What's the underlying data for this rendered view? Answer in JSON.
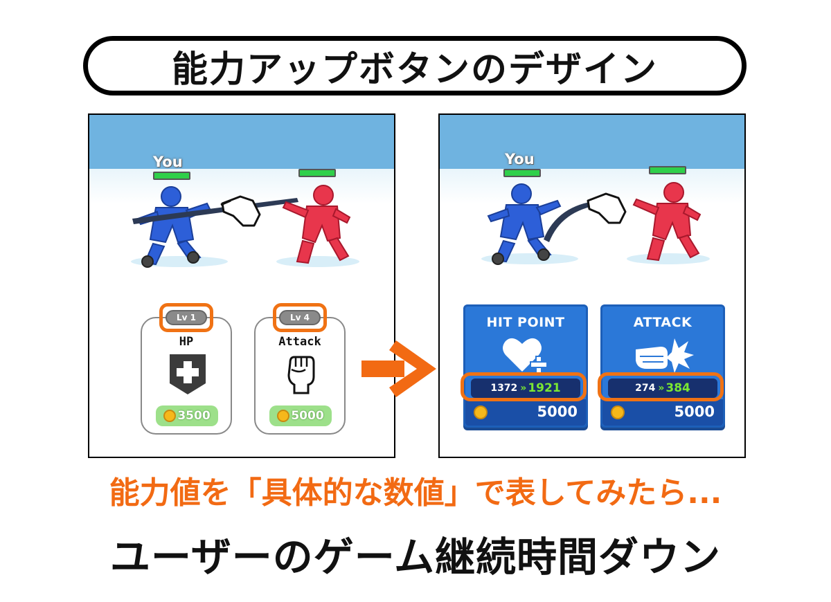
{
  "title": "能力アップボタンのデザイン",
  "left_panel": {
    "player_label": "You",
    "cards": [
      {
        "level": "Lv 1",
        "name": "HP",
        "price": "3500"
      },
      {
        "level": "Lv 4",
        "name": "Attack",
        "price": "5000"
      }
    ]
  },
  "right_panel": {
    "player_label": "You",
    "cards": [
      {
        "name": "HIT POINT",
        "stat_old": "1372",
        "stat_arrow": "»",
        "stat_new": "1921",
        "cost": "5000"
      },
      {
        "name": "ATTACK",
        "stat_old": "274",
        "stat_arrow": "»",
        "stat_new": "384",
        "cost": "5000"
      }
    ]
  },
  "caption": "能力値を「具体的な数値」で表してみたら...",
  "conclusion": "ユーザーのゲーム継続時間ダウン",
  "colors": {
    "highlight": "#f07214",
    "card_blue": "#2b78d8",
    "stat_green": "#7be832",
    "caption_orange": "#f26a13"
  }
}
